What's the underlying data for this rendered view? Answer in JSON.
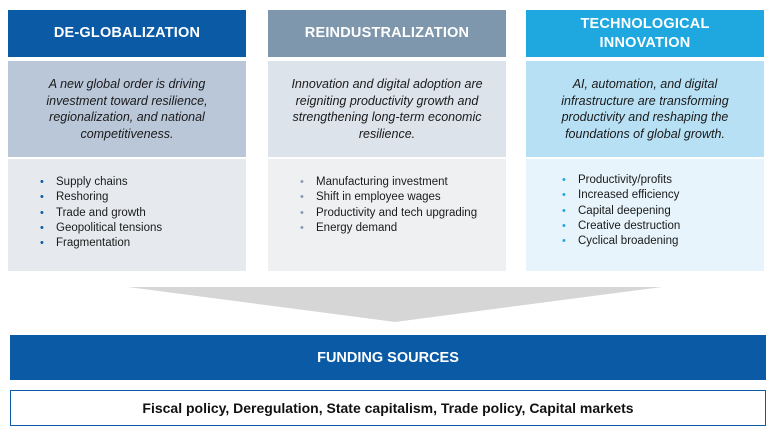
{
  "columns": [
    {
      "title_lines": [
        "DE-GLOBALIZATION"
      ],
      "description": "A new global order is driving investment toward resilience, regionalization, and national competitiveness.",
      "items": [
        "Supply chains",
        "Reshoring",
        "Trade and growth",
        "Geopolitical tensions",
        "Fragmentation"
      ]
    },
    {
      "title_lines": [
        "REINDUSTRALIZATION"
      ],
      "description": "Innovation and digital adoption are reigniting productivity growth and strengthening long-term economic resilience.",
      "items": [
        "Manufacturing investment",
        "Shift in employee wages",
        "Productivity and tech upgrading",
        "Energy demand"
      ]
    },
    {
      "title_lines": [
        "TECHNOLOGICAL",
        "INNOVATION"
      ],
      "description": "AI, automation, and digital infrastructure are transforming productivity and reshaping the foundations of global growth.",
      "items": [
        "Productivity/profits",
        "Increased efficiency",
        "Capital deepening",
        "Creative destruction",
        "Cyclical broadening"
      ]
    }
  ],
  "bullet_glyph": "•",
  "funding": {
    "title": "FUNDING SOURCES",
    "sources": "Fiscal policy, Deregulation, State capitalism, Trade policy, Capital markets"
  },
  "colors": {
    "primary_blue": "#0a5aa6",
    "slate_gray": "#7f97ad",
    "sky_blue": "#1fa8e0",
    "arrow_gray": "#d6d6d6"
  }
}
